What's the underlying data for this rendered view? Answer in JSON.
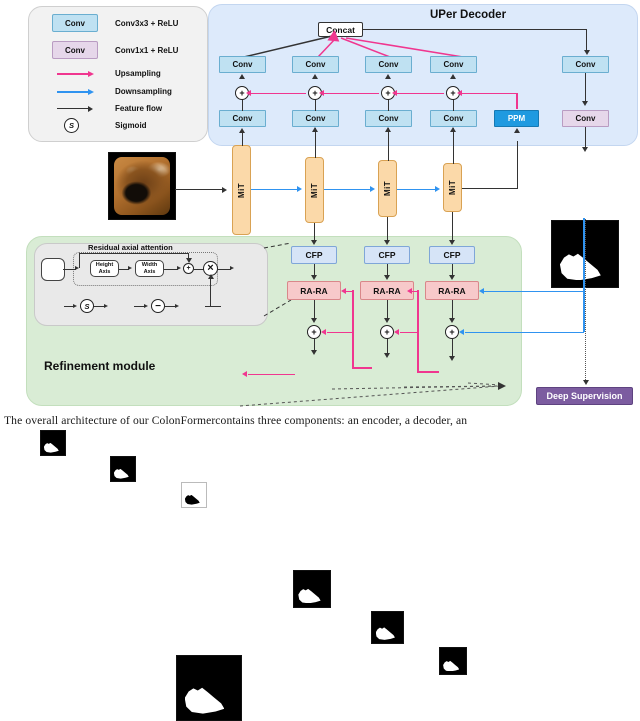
{
  "legend": {
    "items": [
      {
        "name": "conv3-swatch",
        "box_label": "Conv",
        "label": "Conv3x3 + ReLU",
        "kind": "conv3"
      },
      {
        "name": "conv1-swatch",
        "box_label": "Conv",
        "label": "Conv1x1 + ReLU",
        "kind": "conv1"
      },
      {
        "name": "upsampling-arrow",
        "box_label": "",
        "label": "Upsampling",
        "kind": "arrow-pink"
      },
      {
        "name": "downsampling-arrow",
        "box_label": "",
        "label": "Downsampling",
        "kind": "arrow-blue"
      },
      {
        "name": "feature-flow-arrow",
        "box_label": "",
        "label": "Feature flow",
        "kind": "arrow-black"
      },
      {
        "name": "sigmoid-symbol",
        "box_label": "S",
        "label": "Sigmoid",
        "kind": "circle"
      }
    ]
  },
  "uper": {
    "title": "UPer Decoder",
    "concat_label": "Concat",
    "top_conv_labels": [
      "Conv",
      "Conv",
      "Conv",
      "Conv"
    ],
    "bottom_conv_labels": [
      "Conv",
      "Conv",
      "Conv",
      "Conv"
    ],
    "ppm_label": "PPM",
    "right_conv_top_label": "Conv",
    "right_conv_bottom_label": "Conv",
    "merge_symbol": "+"
  },
  "encoder": {
    "mit_labels": [
      "MiT",
      "MiT",
      "MiT",
      "MiT"
    ],
    "input_image_name": "endoscopic-colonoscopy-frame"
  },
  "refinement": {
    "title": "Refinement module",
    "raa_title": "Residual axial attention",
    "height_axis_label": "Height Axis",
    "width_axis_label": "Width Axis",
    "add_symbol": "+",
    "mul_symbol": "×",
    "sigmoid_symbol": "S",
    "minus_symbol": "−",
    "cfp_labels": [
      "CFP",
      "CFP",
      "CFP"
    ],
    "rara_labels": [
      "RA-RA",
      "RA-RA",
      "RA-RA"
    ],
    "merge_symbol": "+"
  },
  "deep_supervision": {
    "label": "Deep Supervision"
  },
  "caption": {
    "text": "The overall architecture of our ColonFormercontains three components: an encoder, a decoder, an"
  },
  "colors": {
    "conv3x3": "#bfe1f2",
    "conv1x1": "#e6d7ea",
    "ppm": "#1f9ae0",
    "cfp": "#d6e4f7",
    "rara": "#f7c9ca",
    "mit": "#fbd9a9",
    "deep_supervision": "#7c5ca0",
    "upsampling": "#f0368f",
    "downsampling": "#2f93f0",
    "feature_flow": "#333333",
    "uper_panel": "#ddeafb",
    "refine_panel": "#d9ecd5"
  }
}
